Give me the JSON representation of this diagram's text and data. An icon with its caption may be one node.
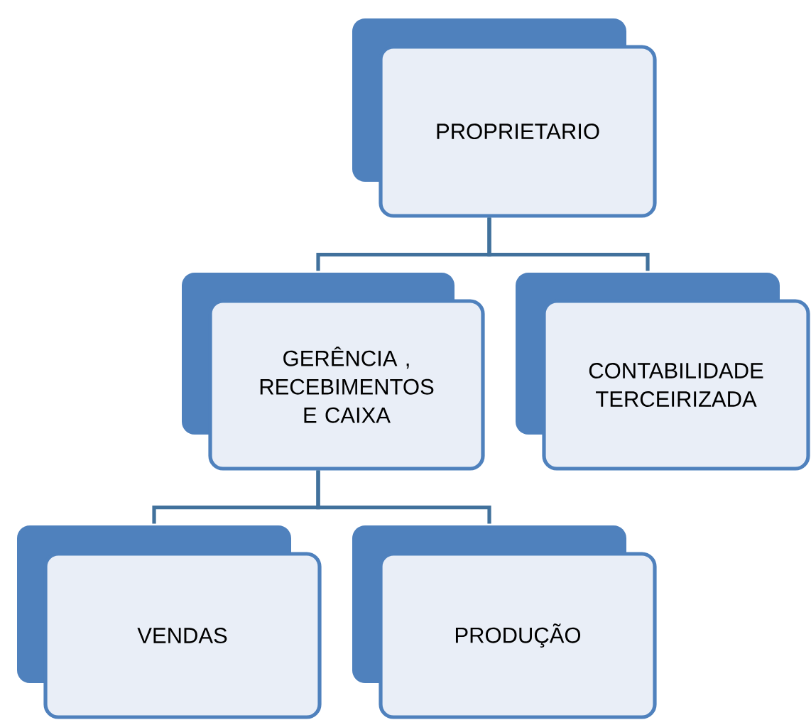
{
  "diagram": {
    "nodes": [
      {
        "text": [
          "PROPRIETARIO"
        ]
      },
      {
        "text": [
          "GERÊNCIA , RECEBIMENTOS E CAIXA"
        ]
      },
      {
        "text": [
          "CONTABILIDADE TERCEIRIZADA"
        ]
      },
      {
        "text": [
          "VENDAS"
        ]
      },
      {
        "text": [
          "PRODUÇÃO"
        ]
      }
    ],
    "edges": [
      {
        "from": 0,
        "to": 1,
        "arrow": "none"
      },
      {
        "from": 0,
        "to": 2,
        "arrow": "none"
      },
      {
        "from": 1,
        "to": 3,
        "arrow": "none"
      },
      {
        "from": 1,
        "to": 4,
        "arrow": "none"
      }
    ]
  }
}
